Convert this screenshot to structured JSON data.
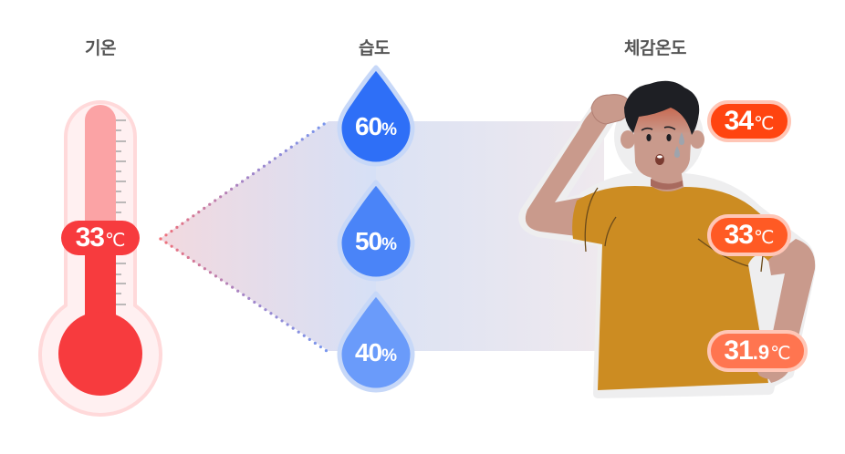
{
  "headings": {
    "air_temperature": "기온",
    "humidity": "습도",
    "apparent_temperature": "체감온도"
  },
  "thermometer": {
    "value": "33",
    "unit": "℃",
    "color": "#f73b3e"
  },
  "humidity_levels": [
    {
      "value": "60",
      "unit": "%",
      "color": "#2e6ff7"
    },
    {
      "value": "50",
      "unit": "%",
      "color": "#4a84f8"
    },
    {
      "value": "40",
      "unit": "%",
      "color": "#6a9bfa"
    }
  ],
  "apparent_temperatures": [
    {
      "integer": "34",
      "decimal": "",
      "unit": "℃",
      "color": "#ff4410"
    },
    {
      "integer": "33",
      "decimal": "",
      "unit": "℃",
      "color": "#ff5a24"
    },
    {
      "integer": "31",
      "decimal": ".9",
      "unit": "℃",
      "color": "#ff7550"
    }
  ],
  "colors": {
    "heading": "#555555",
    "dot_red": "#f0707a",
    "dot_blue": "#7896ee",
    "dot_orange": "#f5643a",
    "shirt": "#cc8c22",
    "skin": "#c99a8c",
    "hair": "#1e1f24"
  }
}
